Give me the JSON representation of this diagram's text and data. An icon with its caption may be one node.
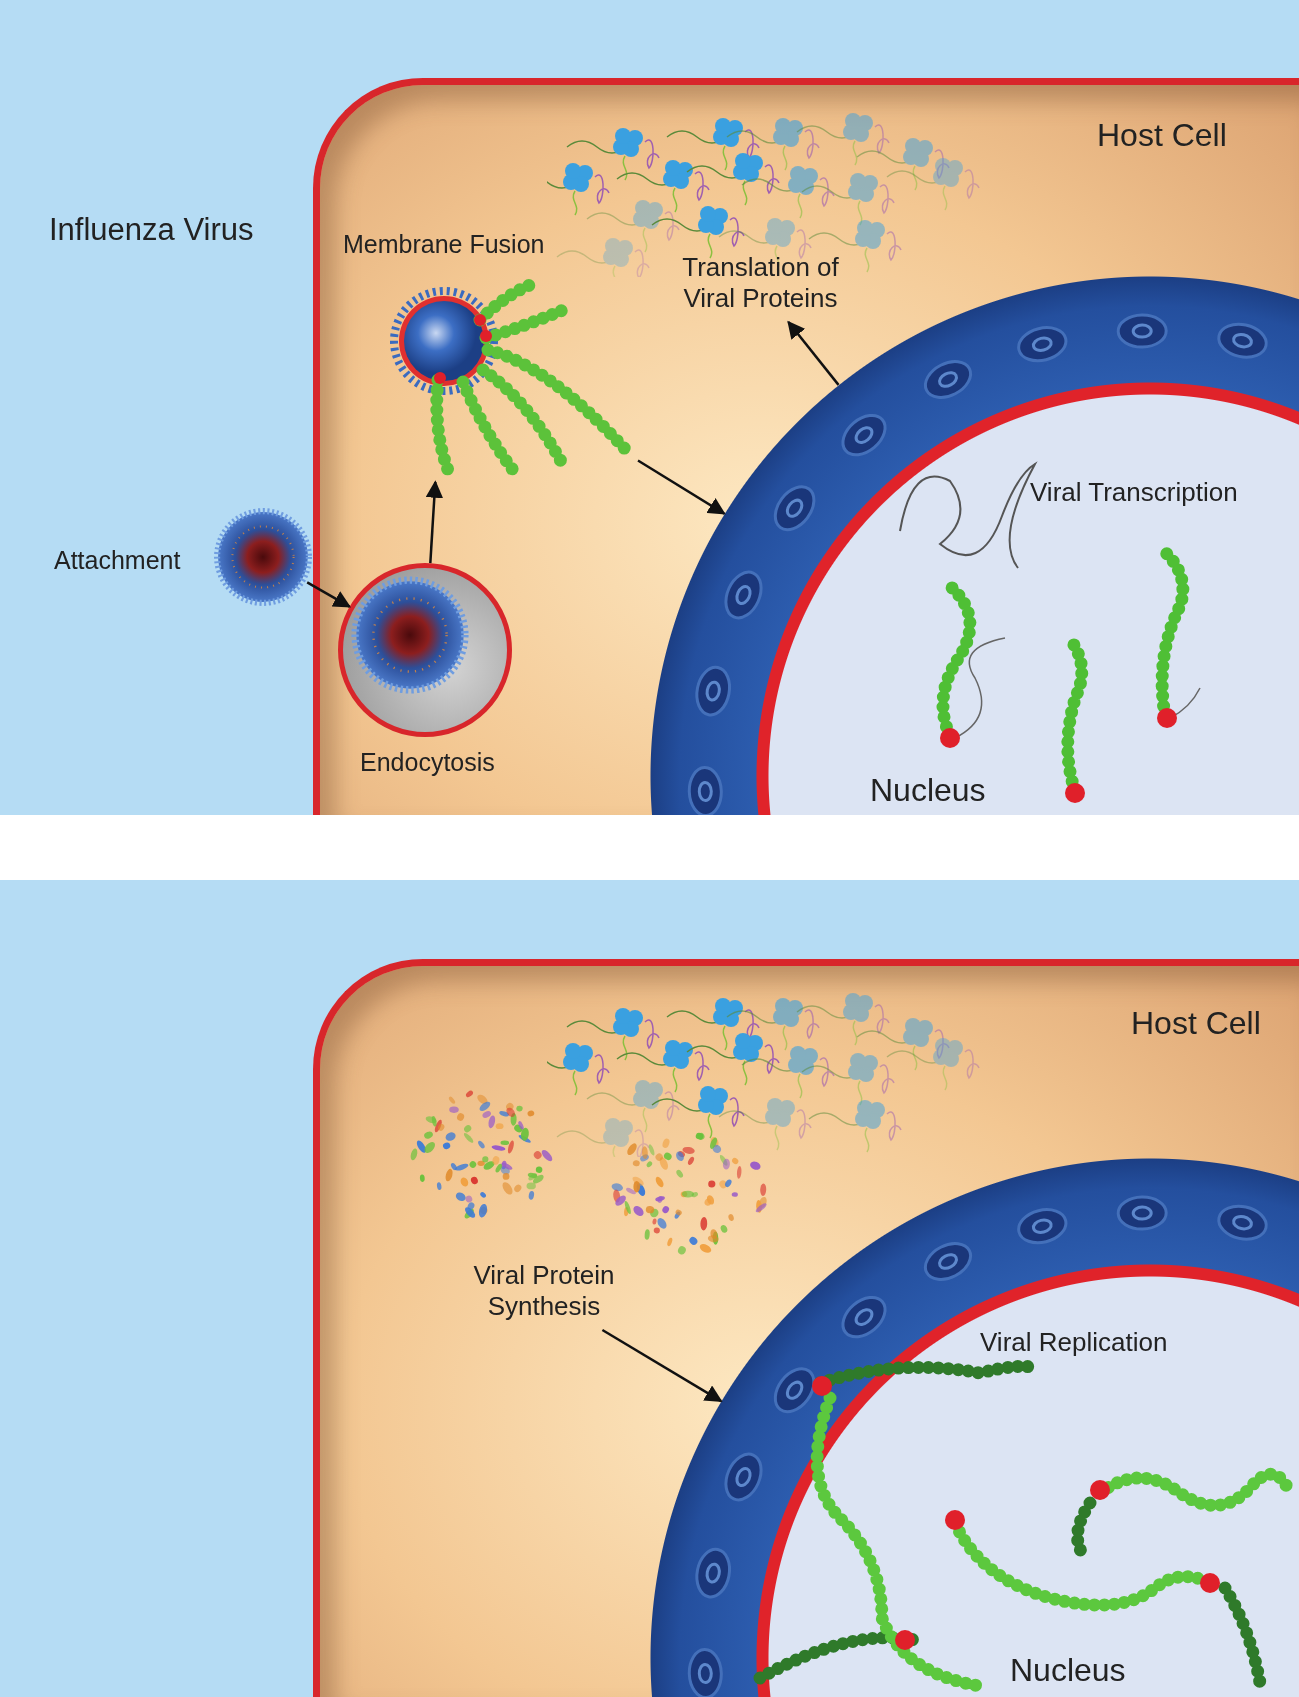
{
  "diagram": {
    "nodes": [
      {
        "text": [
          "Host Cell"
        ]
      },
      {
        "text": [],
        "shape": "picture",
        "beside": [
          "Attachment"
        ]
      },
      {
        "text": [],
        "shape": "circle",
        "beside": [
          "Endocytosis"
        ],
        "in": 0
      },
      {
        "text": [],
        "shape": "picture",
        "beside": [
          "Membrane Fusion"
        ],
        "in": 0
      },
      {
        "text": [
          "Nucleus"
        ],
        "in": 0
      },
      {
        "text": [
          "Translation of Viral Proteins"
        ],
        "in": 0
      },
      {
        "text": [
          "Host Cell"
        ]
      },
      {
        "text": [
          "Viral Protein Synthesis"
        ],
        "in": 6
      },
      {
        "text": [
          "Nucleus"
        ],
        "in": 6
      }
    ],
    "edges": [
      {
        "from": 1,
        "to": 2,
        "arrow": "to"
      },
      {
        "from": 2,
        "to": 3,
        "arrow": "to"
      },
      {
        "from": 3,
        "to": 4,
        "arrow": "to"
      },
      {
        "from": 4,
        "to": 5,
        "arrow": "to"
      },
      {
        "from": 7,
        "to": 8,
        "arrow": "to"
      }
    ],
    "labels": [
      "Influenza Virus",
      "Viral Transcription",
      "Viral Replication"
    ]
  }
}
